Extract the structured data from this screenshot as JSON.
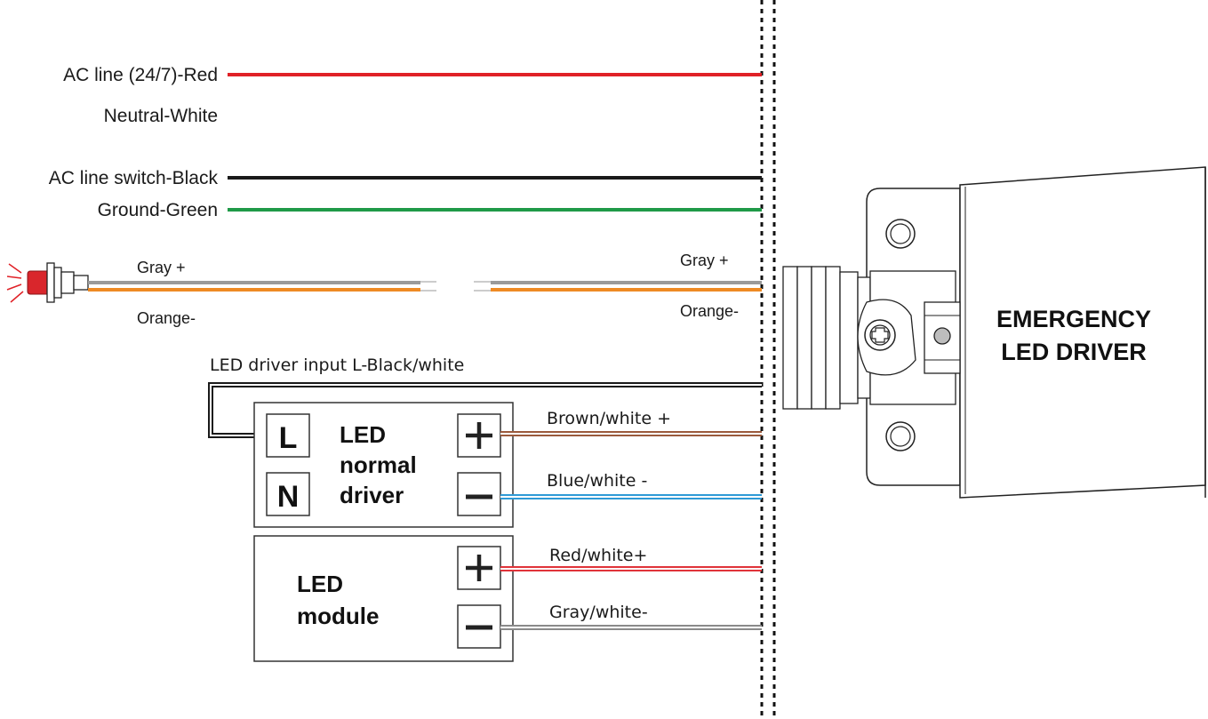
{
  "wires": {
    "ac_line": "AC line (24/7)-Red",
    "neutral": "Neutral-White",
    "ac_switch": "AC line switch-Black",
    "ground": "Ground-Green",
    "gray_left": "Gray +",
    "orange_left": "Orange-",
    "gray_right": "Gray +",
    "orange_right": "Orange-",
    "driver_input": "LED driver input L-Black/white",
    "brown_white": "Brown/white +",
    "blue_white": "Blue/white -",
    "red_white": "Red/white+",
    "gray_white": "Gray/white-"
  },
  "normal_driver": {
    "terminal_l": "L",
    "terminal_n": "N",
    "title_line1": "LED",
    "title_line2": "normal",
    "title_line3": "driver"
  },
  "led_module": {
    "title_line1": "LED",
    "title_line2": "module"
  },
  "emergency_driver": {
    "title_line1": "EMERGENCY",
    "title_line2": "LED DRIVER"
  },
  "colors": {
    "red": "#e02127",
    "black": "#1a1a1a",
    "green": "#1f9a48",
    "gray": "#9a9a9a",
    "orange": "#ee8a24",
    "brown": "#9b5a3c",
    "blue": "#2f9ad6",
    "red_white": "#e0343a",
    "gray_white": "#8a8a8a"
  }
}
